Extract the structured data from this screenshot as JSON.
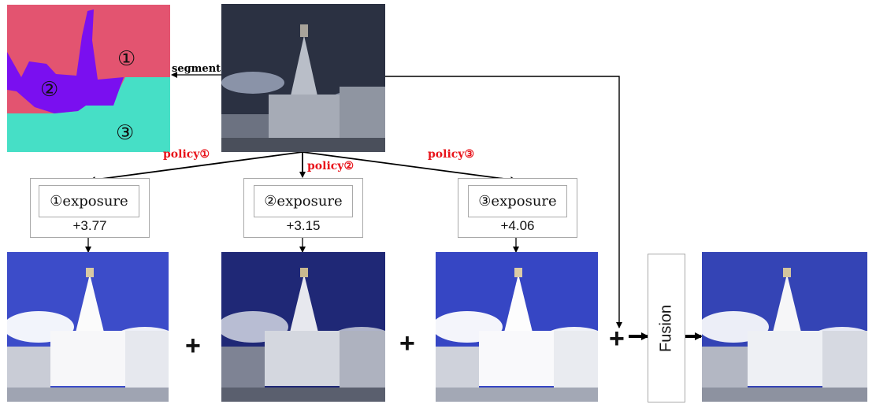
{
  "segment_label": "segment",
  "segment_map": {
    "regions": [
      {
        "marker": "①",
        "color": "#e35470"
      },
      {
        "marker": "②",
        "color": "#7a0ff0"
      },
      {
        "marker": "③",
        "color": "#46dfc6"
      }
    ]
  },
  "policies": [
    {
      "label": "policy",
      "marker": "①"
    },
    {
      "label": "policy",
      "marker": "②"
    },
    {
      "label": "policy",
      "marker": "③"
    }
  ],
  "exposures": [
    {
      "label": "①exposure",
      "value": "+3.77"
    },
    {
      "label": "②exposure",
      "value": "+3.15"
    },
    {
      "label": "③exposure",
      "value": "+4.06"
    }
  ],
  "operators": {
    "plus": "+"
  },
  "fusion_label": "Fusion",
  "colors": {
    "arrow": "#000000",
    "policy_text": "#e8141b",
    "box_border": "#a9a9a9"
  }
}
